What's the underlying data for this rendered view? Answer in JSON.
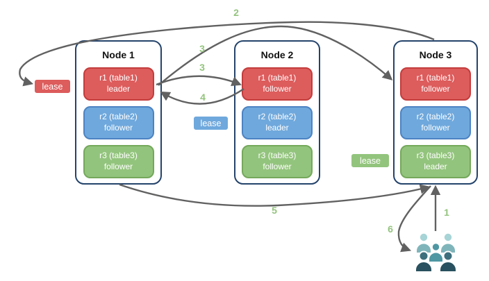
{
  "nodes": [
    {
      "title": "Node 1",
      "replicas": [
        {
          "name": "r1 (table1)",
          "role": "leader",
          "color": "red"
        },
        {
          "name": "r2 (table2)",
          "role": "follower",
          "color": "blue"
        },
        {
          "name": "r3 (table3)",
          "role": "follower",
          "color": "green"
        }
      ]
    },
    {
      "title": "Node 2",
      "replicas": [
        {
          "name": "r1 (table1)",
          "role": "follower",
          "color": "red"
        },
        {
          "name": "r2 (table2)",
          "role": "leader",
          "color": "blue"
        },
        {
          "name": "r3 (table3)",
          "role": "follower",
          "color": "green"
        }
      ]
    },
    {
      "title": "Node 3",
      "replicas": [
        {
          "name": "r1 (table1)",
          "role": "follower",
          "color": "red"
        },
        {
          "name": "r2 (table2)",
          "role": "follower",
          "color": "blue"
        },
        {
          "name": "r3 (table3)",
          "role": "leader",
          "color": "green"
        }
      ]
    }
  ],
  "leases": [
    {
      "label": "lease",
      "color": "red"
    },
    {
      "label": "lease",
      "color": "blue"
    },
    {
      "label": "lease",
      "color": "green"
    }
  ],
  "steps": {
    "s1": "1",
    "s2": "2",
    "s3a": "3",
    "s3b": "3",
    "s4": "4",
    "s5": "5",
    "s6": "6"
  },
  "colors": {
    "red": "#DD5C5C",
    "red-border": "#C43C3C",
    "blue": "#6FA8DC",
    "blue-border": "#4C83C3",
    "green": "#93C47D",
    "green-border": "#74A85B",
    "node-border": "#24436B",
    "arrow": "#616161",
    "step": "#93C47D",
    "users-back-head": "#A7D4D6",
    "users-back-body": "#7FB5BA",
    "users-mid": "#4E97A3",
    "users-front-head": "#3E6F7D",
    "users-front-body": "#29515F"
  }
}
